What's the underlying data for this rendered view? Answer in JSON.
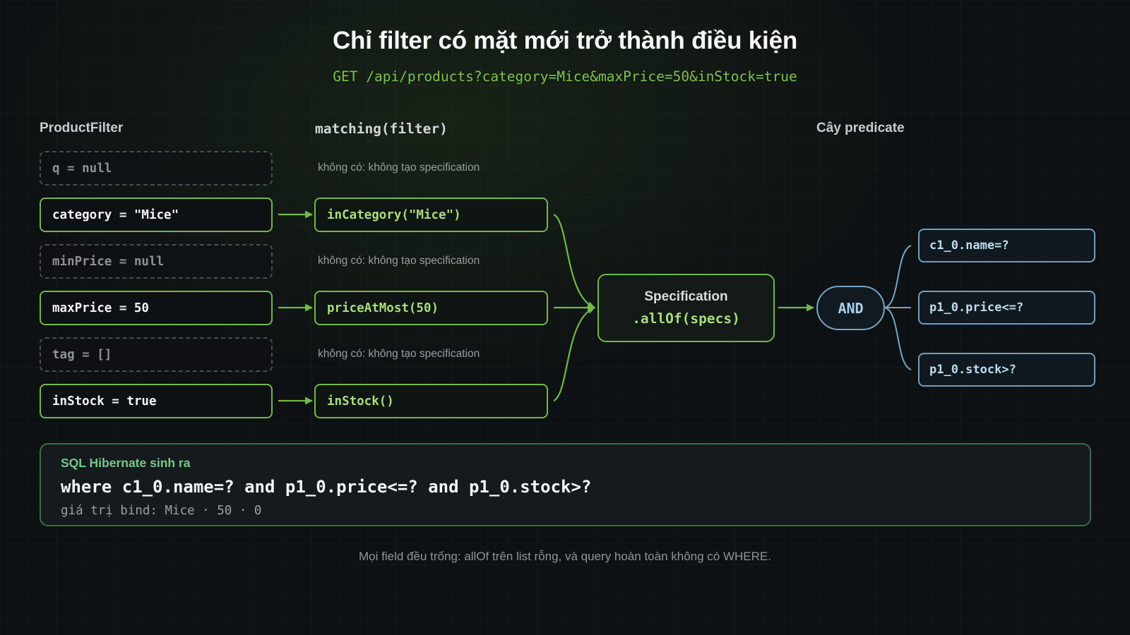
{
  "title": "Chỉ filter có mặt mới trở thành điều kiện",
  "request": "GET /api/products?category=Mice&maxPrice=50&inStock=true",
  "columns": {
    "filter": "ProductFilter",
    "matching": "matching(filter)",
    "predicate": "Cây predicate"
  },
  "fields": [
    {
      "label": "q = null",
      "present": false,
      "note": "không có: không tạo specification"
    },
    {
      "label": "category = \"Mice\"",
      "present": true,
      "spec": "inCategory(\"Mice\")"
    },
    {
      "label": "minPrice = null",
      "present": false,
      "note": "không có: không tạo specification"
    },
    {
      "label": "maxPrice = 50",
      "present": true,
      "spec": "priceAtMost(50)"
    },
    {
      "label": "tag = []",
      "present": false,
      "note": "không có: không tạo specification"
    },
    {
      "label": "inStock = true",
      "present": true,
      "spec": "inStock()"
    }
  ],
  "combiner": {
    "line1": "Specification",
    "line2": ".allOf(specs)"
  },
  "and_node": "AND",
  "predicates": [
    "c1_0.name=?",
    "p1_0.price<=?",
    "p1_0.stock>?"
  ],
  "sql": {
    "label": "SQL Hibernate sinh ra",
    "query": "where c1_0.name=? and p1_0.price<=? and p1_0.stock>?",
    "bind": "giá trị bind: Mice · 50 · 0"
  },
  "footer": "Mọi field đều trống: allOf trên list rỗng, và query hoàn toàn không có WHERE.",
  "colors": {
    "background": "#0e1113",
    "accent_green": "#72b949",
    "spec_text": "#a9dd7e",
    "predicate_blue": "#76a6c6",
    "absent_gray": "#474d53"
  }
}
